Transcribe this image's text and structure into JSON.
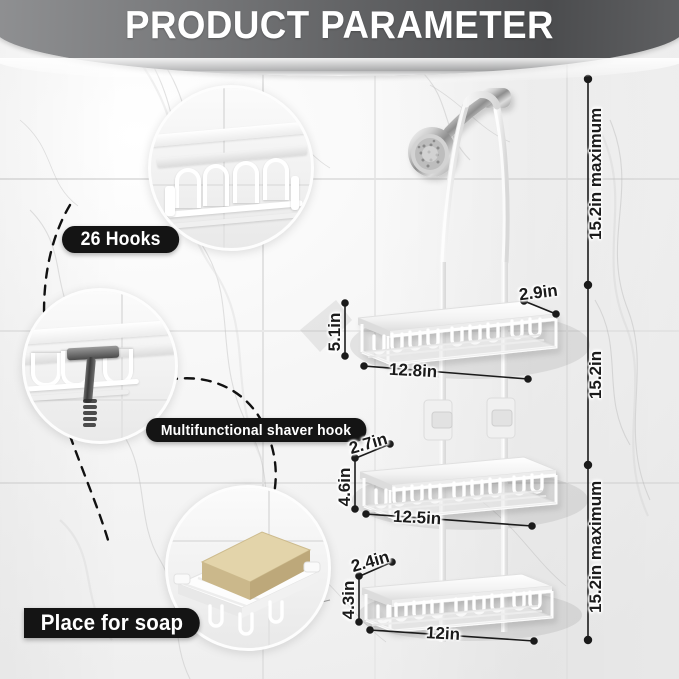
{
  "header": {
    "title": "PRODUCT PARAMETER"
  },
  "callouts": [
    {
      "id": "hooks",
      "label": "26 Hooks"
    },
    {
      "id": "shaver",
      "label": "Multifunctional shaver hook"
    },
    {
      "id": "soap",
      "label": "Place for soap"
    }
  ],
  "dimensions": {
    "vertical_right": [
      {
        "label": "15.2in maximum"
      },
      {
        "label": "15.2in"
      },
      {
        "label": "15.2in maximum"
      }
    ],
    "shelves": [
      {
        "name": "top-shelf",
        "height": "5.1in",
        "depth": "2.9in",
        "width": "12.8in"
      },
      {
        "name": "middle-shelf",
        "height": "4.6in",
        "depth": "2.7in",
        "width": "12.5in"
      },
      {
        "name": "bottom-shelf",
        "height": "4.3in",
        "depth": "2.4in",
        "width": "12in"
      }
    ]
  },
  "colors": {
    "banner_dark": "#4b4c4e",
    "banner_light": "#8f9092",
    "pill_bg": "#141414",
    "pill_text": "#ffffff",
    "dimension_text": "#1b1b1b",
    "soap_bar": "#d8c79b",
    "background": "#f7f7f7"
  },
  "scene": {
    "product": "three-tier hanging shower caddy",
    "fixture": "shower-head"
  }
}
